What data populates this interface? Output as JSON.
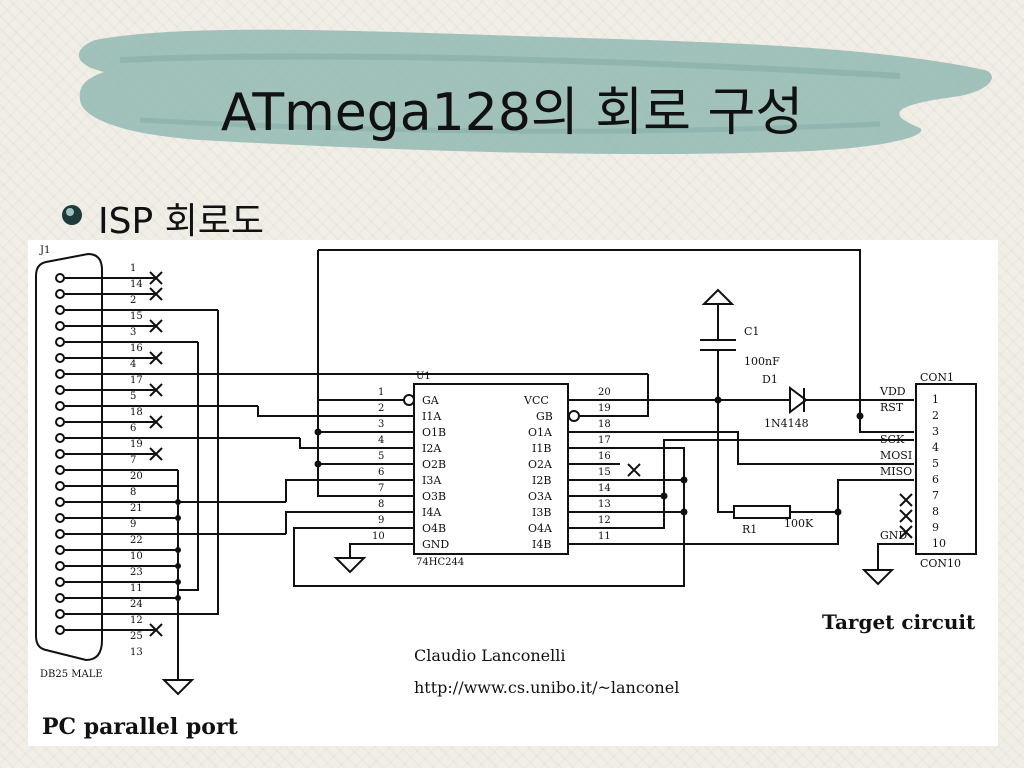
{
  "slide": {
    "title": "ATmega128의 회로 구성",
    "bullet": "ISP 회로도"
  },
  "schematic": {
    "connector_left": {
      "ref": "J1",
      "name": "DB25 MALE",
      "caption": "PC parallel port",
      "pins_left_numbers": [
        "1",
        "14",
        "2",
        "15",
        "3",
        "16",
        "4",
        "17",
        "5",
        "18",
        "6",
        "19",
        "7",
        "20",
        "8",
        "21",
        "9",
        "22",
        "10",
        "23",
        "11",
        "24",
        "12",
        "25",
        "13"
      ]
    },
    "ic": {
      "ref": "U1",
      "part": "74HC244",
      "left_pins": [
        {
          "num": "1",
          "name": "GA"
        },
        {
          "num": "2",
          "name": "I1A"
        },
        {
          "num": "3",
          "name": "O1B"
        },
        {
          "num": "4",
          "name": "I2A"
        },
        {
          "num": "5",
          "name": "O2B"
        },
        {
          "num": "6",
          "name": "I3A"
        },
        {
          "num": "7",
          "name": "O3B"
        },
        {
          "num": "8",
          "name": "I4A"
        },
        {
          "num": "9",
          "name": "O4B"
        },
        {
          "num": "10",
          "name": "GND"
        }
      ],
      "right_pins": [
        {
          "num": "20",
          "name": "VCC"
        },
        {
          "num": "19",
          "name": "GB"
        },
        {
          "num": "18",
          "name": "O1A"
        },
        {
          "num": "17",
          "name": "I1B"
        },
        {
          "num": "16",
          "name": "O2A"
        },
        {
          "num": "15",
          "name": "I2B"
        },
        {
          "num": "14",
          "name": "O3A"
        },
        {
          "num": "13",
          "name": "I3B"
        },
        {
          "num": "12",
          "name": "O4A"
        },
        {
          "num": "11",
          "name": "I4B"
        }
      ]
    },
    "capacitor": {
      "ref": "C1",
      "value": "100nF"
    },
    "diode": {
      "ref": "D1",
      "part": "1N4148"
    },
    "resistor": {
      "ref": "R1",
      "value": "100K"
    },
    "connector_right": {
      "ref": "CON1",
      "bottom_ref": "CON10",
      "caption": "Target circuit",
      "signals": [
        "VDD",
        "RST",
        "SCK",
        "MOSI",
        "MISO",
        "",
        "",
        "",
        "GND"
      ],
      "pins": [
        "1",
        "2",
        "3",
        "4",
        "5",
        "6",
        "7",
        "8",
        "9",
        "10"
      ]
    },
    "credit_author": "Claudio Lanconelli",
    "credit_url": "http://www.cs.unibo.it/~lanconel"
  },
  "colors": {
    "title_stroke": "#8fb5b0",
    "background": "#f0eee6",
    "bullet": "#1e3a3a"
  }
}
